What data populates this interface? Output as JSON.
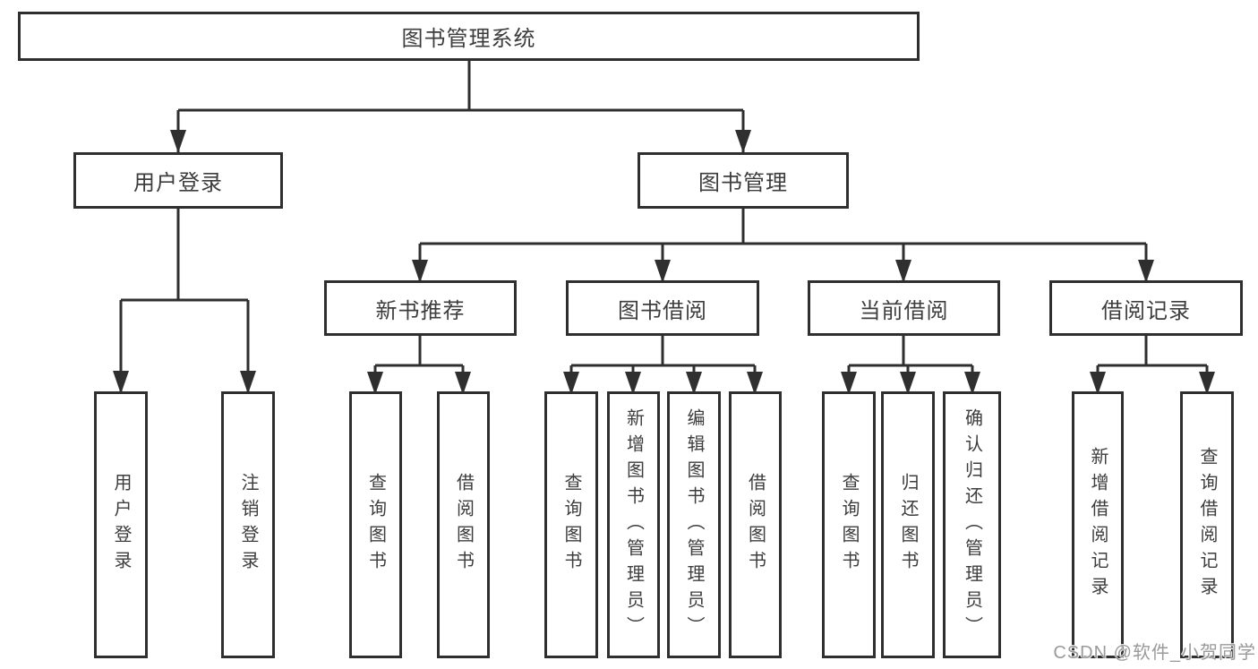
{
  "diagram": {
    "root": "图书管理系统",
    "level2": {
      "user_login": "用户登录",
      "book_management": "图书管理"
    },
    "level3": {
      "new_book_recommend": "新书推荐",
      "book_borrowing": "图书借阅",
      "current_borrowing": "当前借阅",
      "borrowing_records": "借阅记录"
    },
    "leaves": {
      "user_login": [
        "用户登录",
        "注销登录"
      ],
      "new_book_recommend": [
        "查询图书",
        "借阅图书"
      ],
      "book_borrowing": [
        "查询图书",
        "新增图书（管理员）",
        "编辑图书（管理员）",
        "借阅图书"
      ],
      "current_borrowing": [
        "查询图书",
        "归还图书",
        "确认归还（管理员）"
      ],
      "borrowing_records": [
        "新增借阅记录",
        "查询借阅记录"
      ]
    }
  },
  "watermark": "CSDN @软件_小贺同学",
  "colors": {
    "line": "#2f2f2f",
    "text": "#3d3d3d",
    "watermark": "#9a9a9a",
    "background": "#ffffff"
  }
}
